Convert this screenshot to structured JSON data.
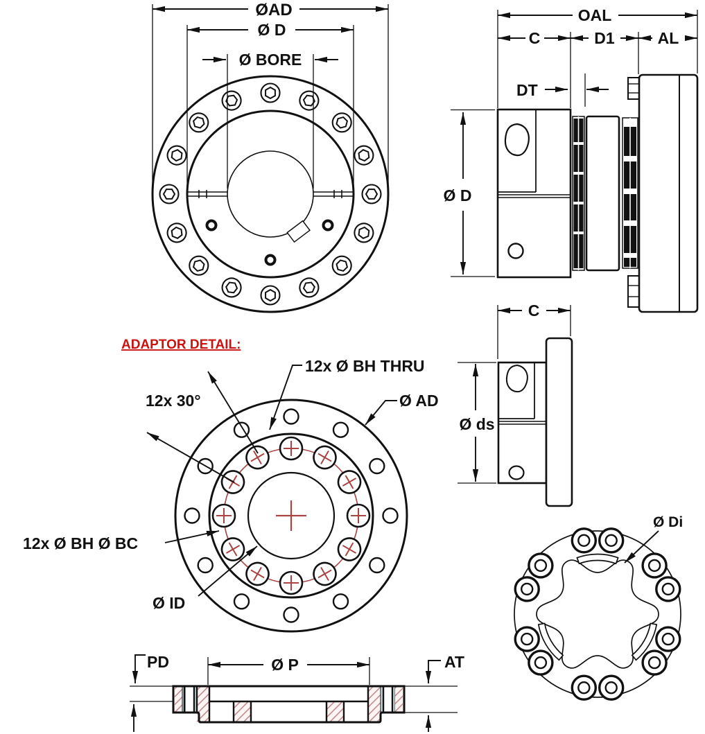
{
  "drawing": {
    "type": "flange-coupling-dimension-drawing",
    "colors": {
      "line": "#111111",
      "annotation_red": "#cc1111",
      "construction_red": "#a94442",
      "hatch_red": "#b97f7f",
      "hatch_teal": "#cfe2e2"
    },
    "front_view": {
      "dim_outer": "ØAD",
      "dim_mid": "Ø D",
      "dim_bore": "Ø BORE"
    },
    "side_view": {
      "dim_overall": "OAL",
      "dim_c": "C",
      "dim_d1": "D1",
      "dim_al": "AL",
      "dim_dt": "DT",
      "dim_diameter": "Ø D"
    },
    "hub_view": {
      "dim_c": "C",
      "dim_ds": "Ø ds"
    },
    "element_view": {
      "dim_di": "Ø Di"
    },
    "adaptor_detail": {
      "title": "ADAPTOR DETAIL:",
      "bolt_holes": "12x Ø BH THRU",
      "outer": "Ø AD",
      "angle": "12x 30°",
      "bolt_circle": "12x Ø BH Ø BC",
      "inner": "Ø ID"
    },
    "section_view": {
      "pd": "PD",
      "p": "Ø P",
      "at": "AT"
    }
  }
}
